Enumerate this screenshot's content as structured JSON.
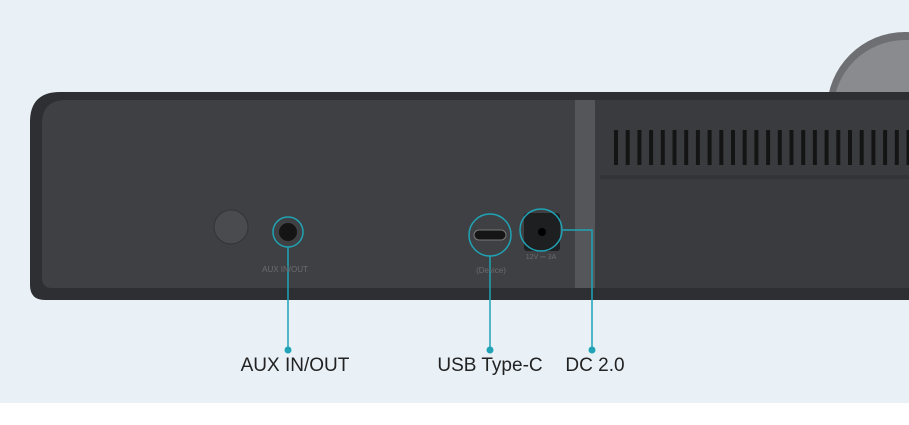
{
  "colors": {
    "background": "#e9f1f7",
    "device": "#3d3e41",
    "accent": "#1fa3b5"
  },
  "printed_labels": {
    "aux": "AUX IN/OUT",
    "usb": "(Device)",
    "dc": "12V ⎓ 3A"
  },
  "callouts": [
    {
      "label": "AUX IN/OUT"
    },
    {
      "label": "USB Type-C"
    },
    {
      "label": "DC 2.0"
    }
  ]
}
